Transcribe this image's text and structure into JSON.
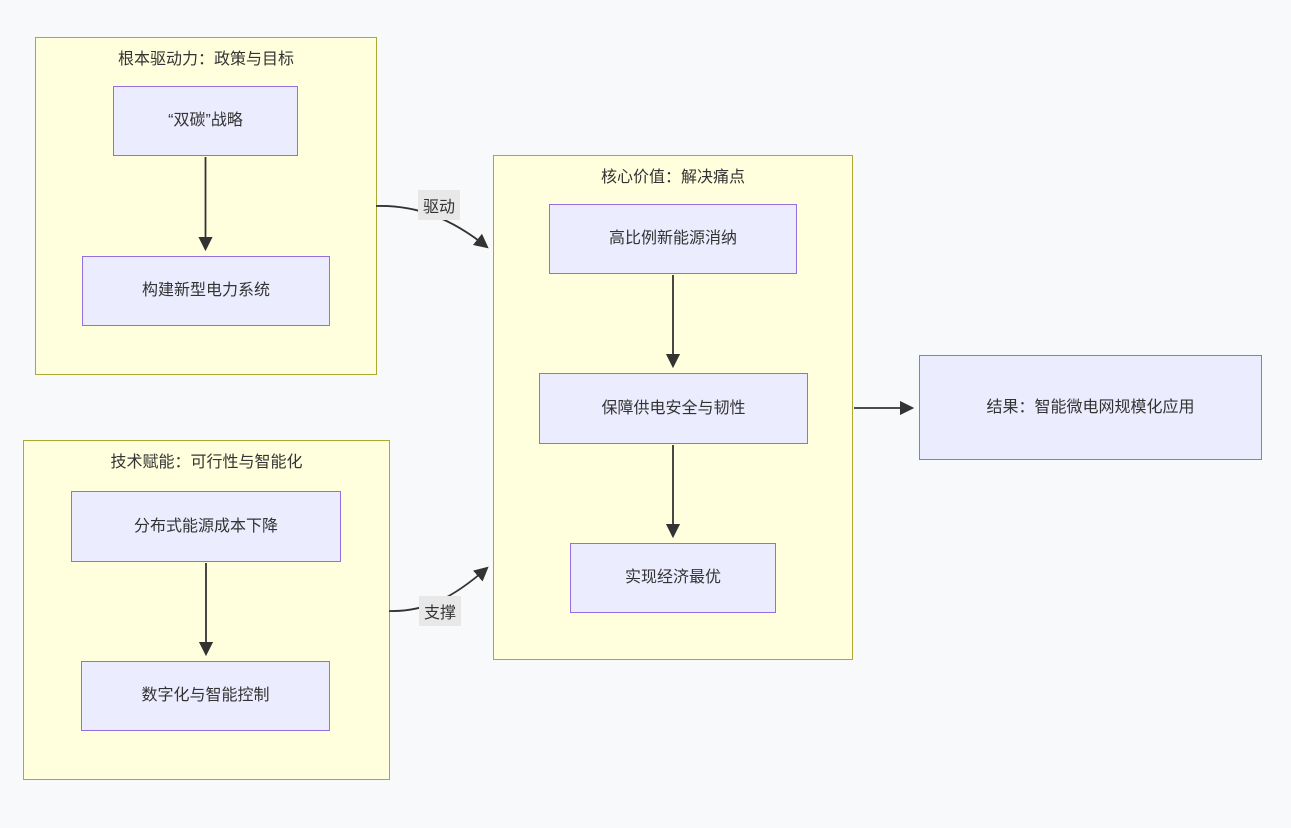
{
  "diagram": {
    "type": "flowchart",
    "background": "#f8f9fb",
    "colors": {
      "group_fill": "#ffffde",
      "group_border": "#aaaa33",
      "node_fill": "#ececff",
      "node_border": "#9370db",
      "text": "#333333",
      "arrow": "#333333",
      "edge_label_bg": "#e8e8e8"
    },
    "groups": [
      {
        "title": "根本驱动力：政策与目标"
      },
      {
        "title": "技术赋能：可行性与智能化"
      },
      {
        "title": "核心价值：解决痛点"
      }
    ],
    "nodes": [
      {
        "label": "“双碳”战略"
      },
      {
        "label": "构建新型电力系统"
      },
      {
        "label": "分布式能源成本下降"
      },
      {
        "label": "数字化与智能控制"
      },
      {
        "label": "高比例新能源消纳"
      },
      {
        "label": "保障供电安全与韧性"
      },
      {
        "label": "实现经济最优"
      },
      {
        "label": "结果：智能微电网规模化应用"
      }
    ],
    "edges": [
      {
        "from": "“双碳”战略",
        "to": "构建新型电力系统",
        "label": ""
      },
      {
        "from": "分布式能源成本下降",
        "to": "数字化与智能控制",
        "label": ""
      },
      {
        "from": "高比例新能源消纳",
        "to": "保障供电安全与韧性",
        "label": ""
      },
      {
        "from": "保障供电安全与韧性",
        "to": "实现经济最优",
        "label": ""
      },
      {
        "from": "根本驱动力：政策与目标",
        "to": "核心价值：解决痛点",
        "label": "驱动"
      },
      {
        "from": "技术赋能：可行性与智能化",
        "to": "核心价值：解决痛点",
        "label": "支撑"
      },
      {
        "from": "核心价值：解决痛点",
        "to": "结果：智能微电网规模化应用",
        "label": ""
      }
    ]
  }
}
